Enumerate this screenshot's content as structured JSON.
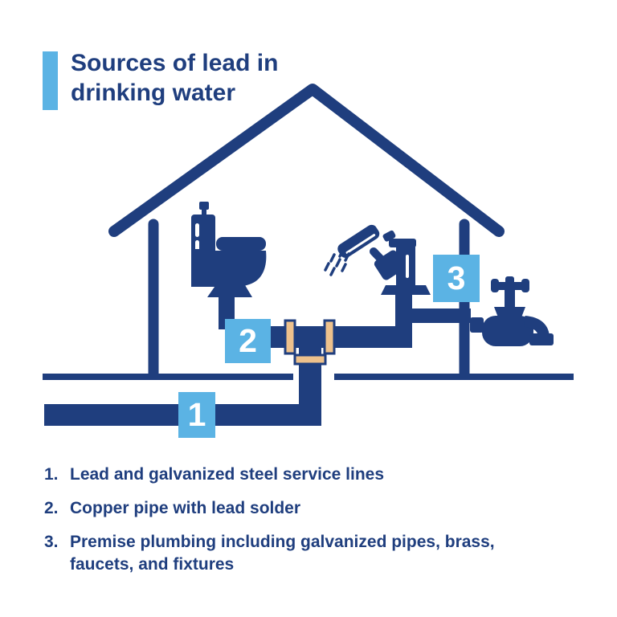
{
  "title": {
    "text": "Sources of lead in\ndrinking water"
  },
  "colors": {
    "navy": "#1F3E7E",
    "blue": "#5BB3E4",
    "tan": "#EDC18C"
  },
  "diagram": {
    "markers": [
      "1",
      "2",
      "3"
    ],
    "icons": [
      "house-outline-icon",
      "ground-line",
      "service-line-pipe",
      "indoor-copper-pipe",
      "solder-joint",
      "toilet-icon",
      "shower-mixer-tap-icon",
      "spray-droplets-icon",
      "outdoor-faucet-icon"
    ]
  },
  "legend": {
    "items": [
      {
        "number": "1.",
        "text": "Lead and galvanized steel service lines"
      },
      {
        "number": "2.",
        "text": "Copper pipe with lead solder"
      },
      {
        "number": "3.",
        "text": "Premise plumbing including galvanized pipes, brass, faucets, and fixtures"
      }
    ]
  }
}
